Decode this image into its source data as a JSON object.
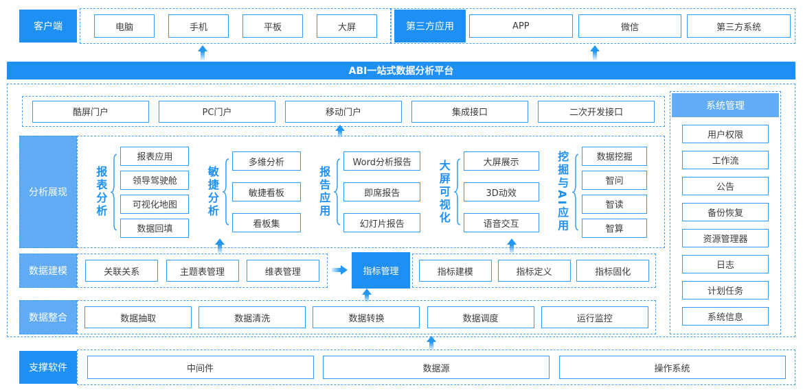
{
  "colors": {
    "primary": "#1e90f3",
    "light_blue": "#61acf4",
    "box_border": "#2e9af5",
    "dash_border": "#41a0f5",
    "arrow": "#2196f3"
  },
  "top": {
    "client": {
      "label": "客户端",
      "items": [
        "电脑",
        "手机",
        "平板",
        "大屏"
      ]
    },
    "third_party": {
      "label": "第三方应用",
      "items": [
        "APP",
        "微信",
        "第三方系统"
      ]
    }
  },
  "banner": {
    "title": "ABI一站式数据分析平台"
  },
  "portals": {
    "items": [
      "酷屏门户",
      "PC门户",
      "移动门户",
      "集成接口",
      "二次开发接口"
    ]
  },
  "analysis": {
    "label": "分析展现",
    "groups": [
      {
        "name": "报表分析",
        "items": [
          "报表应用",
          "领导驾驶舱",
          "可视化地图",
          "数据回填"
        ]
      },
      {
        "name": "敏捷分析",
        "items": [
          "多维分析",
          "敏捷看板",
          "看板集"
        ]
      },
      {
        "name": "报告应用",
        "items": [
          "Word分析报告",
          "即席报告",
          "幻灯片报告"
        ]
      },
      {
        "name": "大屏可视化",
        "items": [
          "大屏展示",
          "3D动效",
          "语音交互"
        ]
      },
      {
        "name": "挖掘与AI应用",
        "items": [
          "数据挖掘",
          "智问",
          "智读",
          "智算"
        ]
      }
    ]
  },
  "modeling": {
    "label": "数据建模",
    "left_items": [
      "关联关系",
      "主题表管理",
      "维表管理"
    ],
    "highlight": "指标管理",
    "right_items": [
      "指标建模",
      "指标定义",
      "指标固化"
    ]
  },
  "integration": {
    "label": "数据整合",
    "items": [
      "数据抽取",
      "数据清洗",
      "数据转换",
      "数据调度",
      "运行监控"
    ]
  },
  "system": {
    "label": "系统管理",
    "items": [
      "用户权限",
      "工作流",
      "公告",
      "备份恢复",
      "资源管理器",
      "日志",
      "计划任务",
      "系统信息"
    ]
  },
  "support": {
    "label": "支撑软件",
    "items": [
      "中间件",
      "数据源",
      "操作系统"
    ]
  }
}
